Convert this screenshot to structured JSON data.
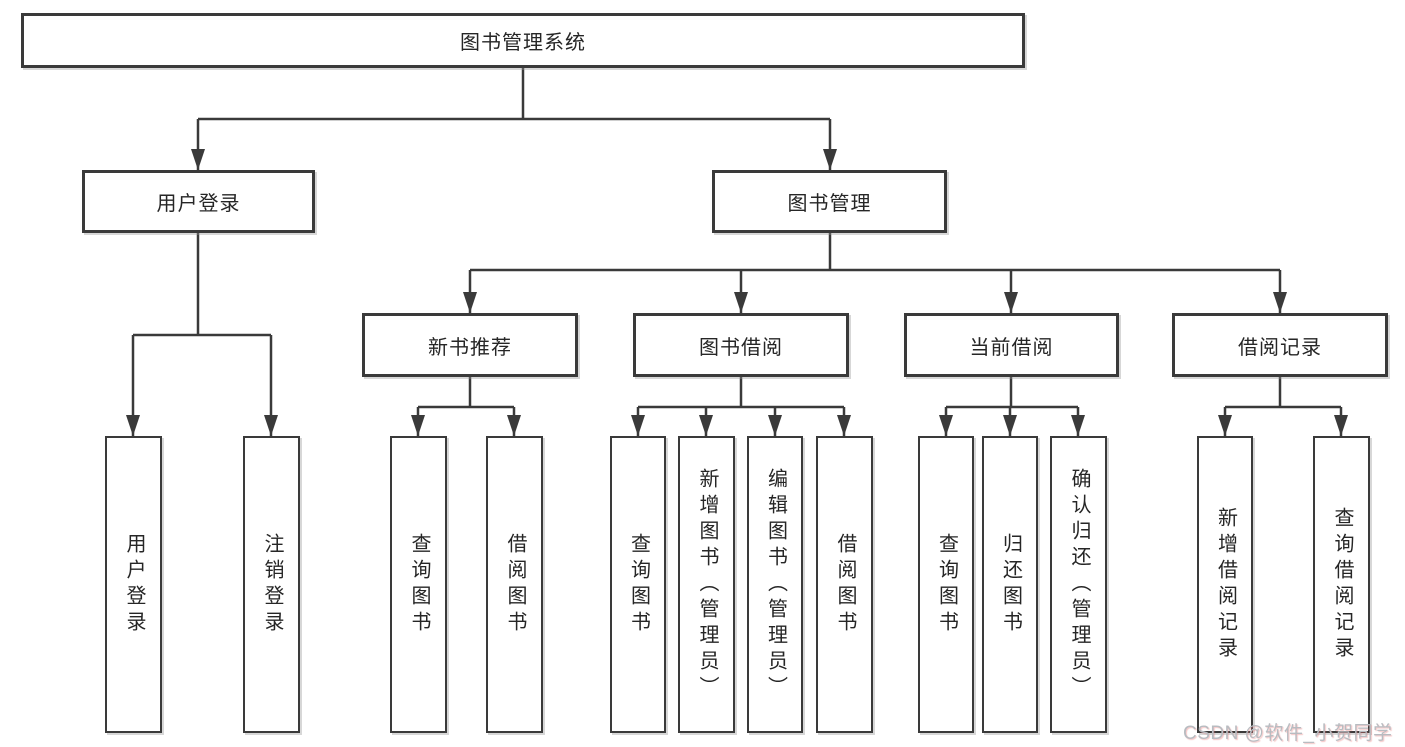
{
  "diagram": {
    "type": "tree",
    "title": "图书管理系统"
  },
  "nodes": [
    {
      "id": "root",
      "label": "图书管理系统",
      "parent": null
    },
    {
      "id": "user-login",
      "label": "用户登录",
      "parent": "root"
    },
    {
      "id": "book-mgmt",
      "label": "图书管理",
      "parent": "root"
    },
    {
      "id": "new-book-rec",
      "label": "新书推荐",
      "parent": "book-mgmt"
    },
    {
      "id": "book-borrow",
      "label": "图书借阅",
      "parent": "book-mgmt"
    },
    {
      "id": "current-borrow",
      "label": "当前借阅",
      "parent": "book-mgmt"
    },
    {
      "id": "borrow-records",
      "label": "借阅记录",
      "parent": "book-mgmt"
    },
    {
      "id": "leaf-user-login",
      "label": "用户登录",
      "parent": "user-login"
    },
    {
      "id": "leaf-logout",
      "label": "注销登录",
      "parent": "user-login"
    },
    {
      "id": "leaf-query-book-1",
      "label": "查询图书",
      "parent": "new-book-rec"
    },
    {
      "id": "leaf-borrow-book-1",
      "label": "借阅图书",
      "parent": "new-book-rec"
    },
    {
      "id": "leaf-query-book-2",
      "label": "查询图书",
      "parent": "book-borrow"
    },
    {
      "id": "leaf-add-book",
      "label": "新增图书（管理员）",
      "parent": "book-borrow"
    },
    {
      "id": "leaf-edit-book",
      "label": "编辑图书（管理员）",
      "parent": "book-borrow"
    },
    {
      "id": "leaf-borrow-book-2",
      "label": "借阅图书",
      "parent": "book-borrow"
    },
    {
      "id": "leaf-query-book-3",
      "label": "查询图书",
      "parent": "current-borrow"
    },
    {
      "id": "leaf-return-book",
      "label": "归还图书",
      "parent": "current-borrow"
    },
    {
      "id": "leaf-confirm-return",
      "label": "确认归还（管理员）",
      "parent": "current-borrow"
    },
    {
      "id": "leaf-add-borrow-record",
      "label": "新增借阅记录",
      "parent": "borrow-records"
    },
    {
      "id": "leaf-query-borrow-record",
      "label": "查询借阅记录",
      "parent": "borrow-records"
    }
  ],
  "watermark": {
    "text": "CSDN @软件_小贺同学"
  },
  "colors": {
    "line": "#3a3a3a",
    "box_border": "#3a3a3a",
    "text": "#262626",
    "watermark": "#b8bcc1",
    "background": "#ffffff"
  }
}
